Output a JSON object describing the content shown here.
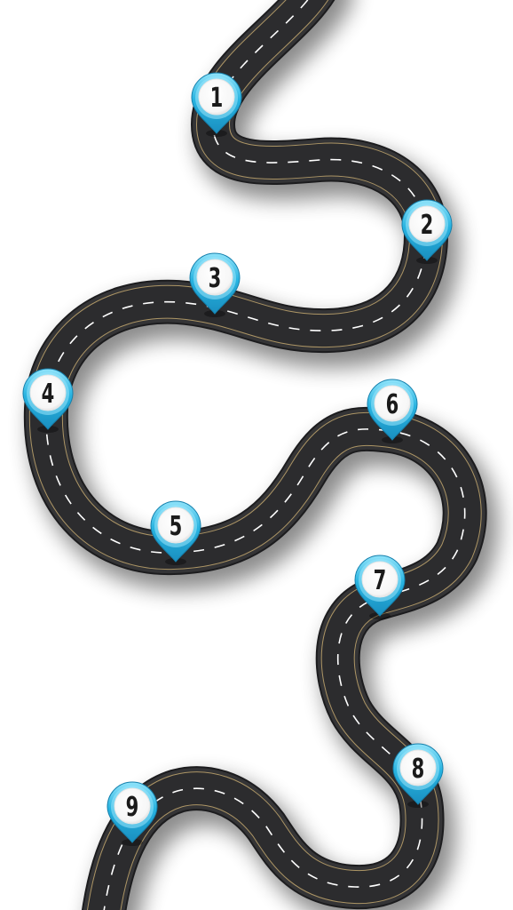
{
  "colors": {
    "background": "#ffffff",
    "road": "#2c2c2e",
    "road_edge": "#3a3a3c",
    "dash": "#ffffff",
    "edge_line": "#b9a06a",
    "pin_outer": "#1fa9d6",
    "pin_outer_light": "#7fdcf6",
    "pin_inner": "#ffffff",
    "pin_text": "#1b1b1b"
  },
  "milestones": [
    {
      "label": "1",
      "icon": "map-pin-icon"
    },
    {
      "label": "2",
      "icon": "map-pin-icon"
    },
    {
      "label": "3",
      "icon": "map-pin-icon"
    },
    {
      "label": "4",
      "icon": "map-pin-icon"
    },
    {
      "label": "5",
      "icon": "map-pin-icon"
    },
    {
      "label": "6",
      "icon": "map-pin-icon"
    },
    {
      "label": "7",
      "icon": "map-pin-icon"
    },
    {
      "label": "8",
      "icon": "map-pin-icon"
    },
    {
      "label": "9",
      "icon": "map-pin-icon"
    }
  ]
}
